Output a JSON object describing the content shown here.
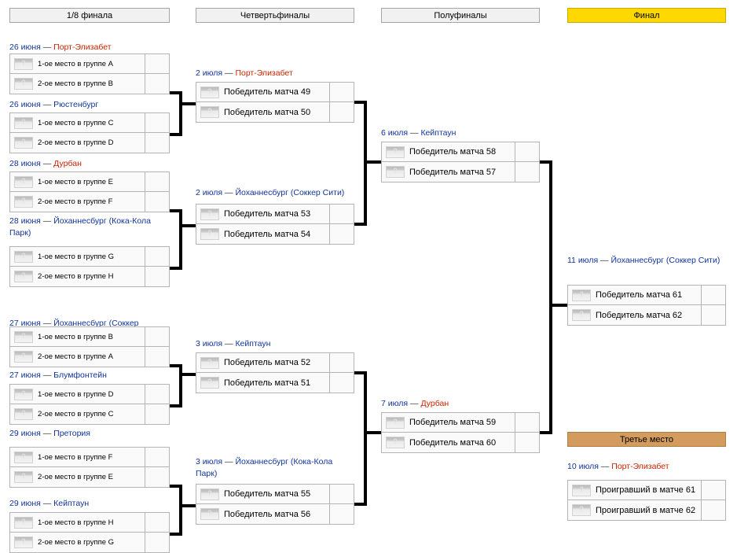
{
  "headers": [
    {
      "label": "1/8 финала",
      "style": "plain"
    },
    {
      "label": "Четвертьфиналы",
      "style": "plain"
    },
    {
      "label": "Полуфиналы",
      "style": "plain"
    },
    {
      "label": "Финал",
      "style": "gold"
    },
    {
      "label": "Третье место",
      "style": "bronze"
    }
  ],
  "colors": {
    "final_header_bg": "#ffd800",
    "third_header_bg": "#d39b5e",
    "header_bg": "#f1f1f1",
    "date_text": "#11349b",
    "venue_red": "#cc2200",
    "connector": "#000000",
    "box_border": "#b4b4b4",
    "box_bg": "#fafafa"
  },
  "round16": [
    {
      "date": "26 июня",
      "venue": "Порт-Элизабет",
      "venue_color": "red",
      "team1": "1-ое место в группе A",
      "team2": "2-ое место в группе B"
    },
    {
      "date": "26 июня",
      "venue": "Рюстенбург",
      "venue_color": "blue",
      "team1": "1-ое место в группе C",
      "team2": "2-ое место в группе D"
    },
    {
      "date": "28 июня",
      "venue": "Дурбан",
      "venue_color": "red",
      "team1": "1-ое место в группе E",
      "team2": "2-ое место в группе F"
    },
    {
      "date": "28 июня",
      "venue": "Йоханнесбург (Кока-Кола Парк)",
      "venue_color": "blue",
      "team1": "1-ое место в группе G",
      "team2": "2-ое место в группе H"
    },
    {
      "date": "27 июня",
      "venue": "Йоханнесбург (Соккер Сити)",
      "venue_color": "blue",
      "team1": "1-ое место в группе B",
      "team2": "2-ое место в группе A"
    },
    {
      "date": "27 июня",
      "venue": "Блумфонтейн",
      "venue_color": "blue",
      "team1": "1-ое место в группе D",
      "team2": "2-ое место в группе C"
    },
    {
      "date": "29 июня",
      "venue": "Претория",
      "venue_color": "blue",
      "team1": "1-ое место в группе F",
      "team2": "2-ое место в группе E"
    },
    {
      "date": "29 июня",
      "venue": "Кейптаун",
      "venue_color": "blue",
      "team1": "1-ое место в группе H",
      "team2": "2-ое место в группе G"
    }
  ],
  "quarters": [
    {
      "date": "2 июля",
      "venue": "Порт-Элизабет",
      "venue_color": "red",
      "team1": "Победитель матча 49",
      "team2": "Победитель матча 50"
    },
    {
      "date": "2 июля",
      "venue": "Йоханнесбург (Соккер Сити)",
      "venue_color": "blue",
      "team1": "Победитель матча 53",
      "team2": "Победитель матча 54"
    },
    {
      "date": "3 июля",
      "venue": "Кейптаун",
      "venue_color": "blue",
      "team1": "Победитель матча 52",
      "team2": "Победитель матча 51"
    },
    {
      "date": "3 июля",
      "venue": "Йоханнесбург (Кока-Кола Парк)",
      "venue_color": "blue",
      "team1": "Победитель матча 55",
      "team2": "Победитель матча 56"
    }
  ],
  "semis": [
    {
      "date": "6 июля",
      "venue": "Кейптаун",
      "venue_color": "blue",
      "team1": "Победитель матча 58",
      "team2": "Победитель матча 57"
    },
    {
      "date": "7 июля",
      "venue": "Дурбан",
      "venue_color": "red",
      "team1": "Победитель матча 59",
      "team2": "Победитель матча 60"
    }
  ],
  "final": {
    "date": "11 июля",
    "venue": "Йоханнесбург (Соккер Сити)",
    "venue_color": "blue",
    "team1": "Победитель матча 61",
    "team2": "Победитель матча 62"
  },
  "third": {
    "date": "10 июля",
    "venue": "Порт-Элизабет",
    "venue_color": "red",
    "team1": "Проигравший в матче 61",
    "team2": "Проигравший в матче 62"
  },
  "flag_placeholder": "?"
}
